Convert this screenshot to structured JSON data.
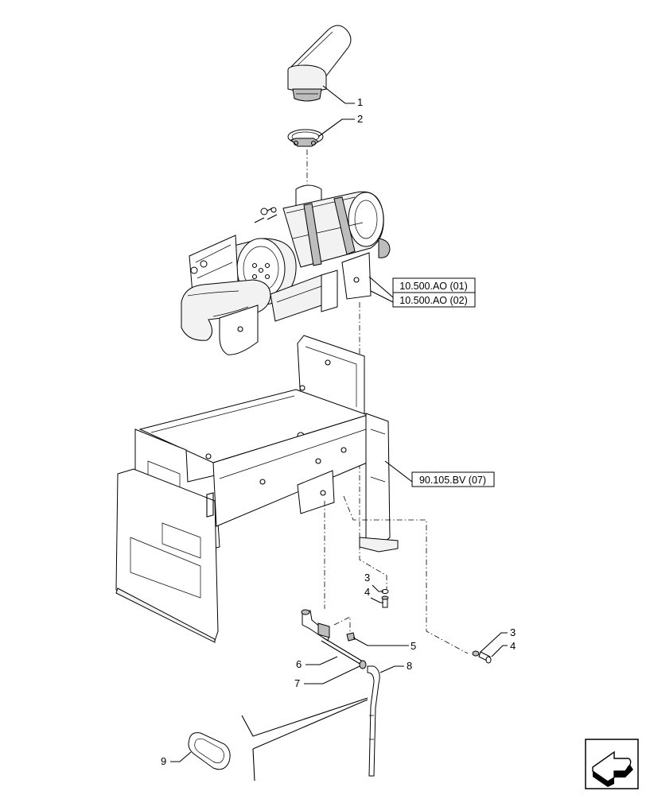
{
  "callouts": [
    {
      "id": "c1",
      "label": "1"
    },
    {
      "id": "c2",
      "label": "2"
    },
    {
      "id": "c3a",
      "label": "3"
    },
    {
      "id": "c4a",
      "label": "4"
    },
    {
      "id": "c5",
      "label": "5"
    },
    {
      "id": "c6",
      "label": "6"
    },
    {
      "id": "c7",
      "label": "7"
    },
    {
      "id": "c8",
      "label": "8"
    },
    {
      "id": "c3b",
      "label": "3"
    },
    {
      "id": "c4b",
      "label": "4"
    },
    {
      "id": "c9",
      "label": "9"
    }
  ],
  "references": [
    {
      "id": "r1",
      "label": "10.500.AO (01)"
    },
    {
      "id": "r2",
      "label": "10.500.AO (02)"
    },
    {
      "id": "r3",
      "label": "90.105.BV (07)"
    }
  ],
  "navigation": {
    "icon": "previous-page-arrow-icon"
  }
}
